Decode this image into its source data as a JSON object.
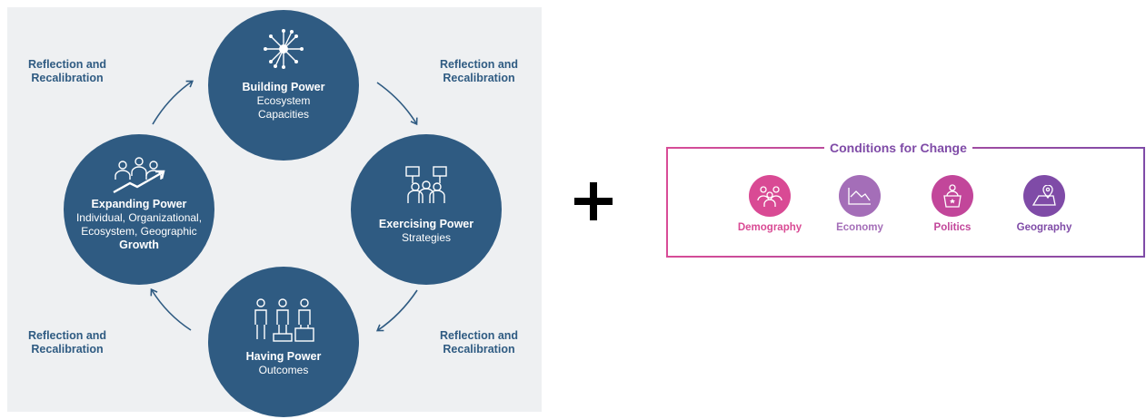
{
  "cycle": {
    "building": {
      "title": "Building Power",
      "line1": "Ecosystem",
      "line2": "Capacities"
    },
    "exercising": {
      "title": "Exercising Power",
      "line1": "Strategies"
    },
    "having": {
      "title": "Having Power",
      "line1": "Outcomes"
    },
    "expanding": {
      "title": "Expanding Power",
      "line1": "Individual, Organizational,",
      "line2": "Ecosystem, Geographic",
      "line3": "Growth"
    }
  },
  "reflection": {
    "top_left": {
      "line1": "Reflection and",
      "line2": "Recalibration"
    },
    "top_right": {
      "line1": "Reflection and",
      "line2": "Recalibration"
    },
    "bottom_left": {
      "line1": "Reflection and",
      "line2": "Recalibration"
    },
    "bottom_right": {
      "line1": "Reflection and",
      "line2": "Recalibration"
    }
  },
  "operator": "+",
  "conditions": {
    "title": "Conditions for Change",
    "items": [
      {
        "label": "Demography",
        "icon": "people-group-icon",
        "color": "#d94a94"
      },
      {
        "label": "Economy",
        "icon": "line-chart-icon",
        "color": "#a46eb8"
      },
      {
        "label": "Politics",
        "icon": "podium-speaker-icon",
        "color": "#c2469a"
      },
      {
        "label": "Geography",
        "icon": "map-pin-icon",
        "color": "#7f4ba7"
      }
    ]
  },
  "colors": {
    "circle": "#2f5b82",
    "panel": "#eef0f2",
    "accent_pink": "#d84c97",
    "accent_purple": "#7f4ba7"
  }
}
